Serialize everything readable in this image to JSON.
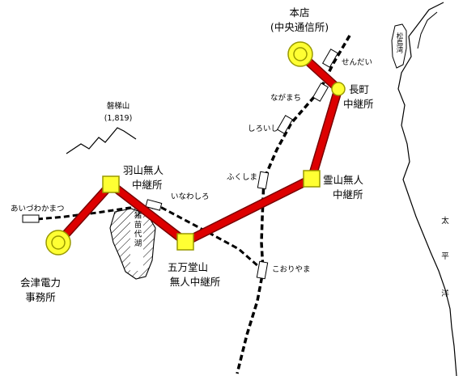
{
  "mountain": {
    "name": "磐梯山",
    "elevation": "(1,819)"
  },
  "lake": {
    "name": "猪苗代湖"
  },
  "bay": {
    "name": "松島湾"
  },
  "ocean": {
    "name": [
      "太",
      "平",
      "洋"
    ]
  },
  "stations": {
    "sendai": "せんだい",
    "nagamachi": "ながまち",
    "shiroishi": "しろいし",
    "fukushima": "ふくしま",
    "inawashiro": "いなわしろ",
    "aizuwakamatsu": "あいづわかまつ",
    "koriyama": "こおりやま"
  },
  "facilities": {
    "honten": [
      "本店",
      "(中央通信所)"
    ],
    "nagamachi": [
      "長町",
      "中継所"
    ],
    "reizan": [
      "霊山無人",
      "中継所"
    ],
    "gomando": [
      "五万堂山",
      "無人中継所"
    ],
    "hayama": [
      "羽山無人",
      "中継所"
    ],
    "aizu": [
      "会津電力",
      "事務所"
    ]
  },
  "colors": {
    "route": "#dd0000",
    "route_outline": "#7a0000",
    "node_fill": "#ffff33",
    "node_outline": "#999900"
  }
}
